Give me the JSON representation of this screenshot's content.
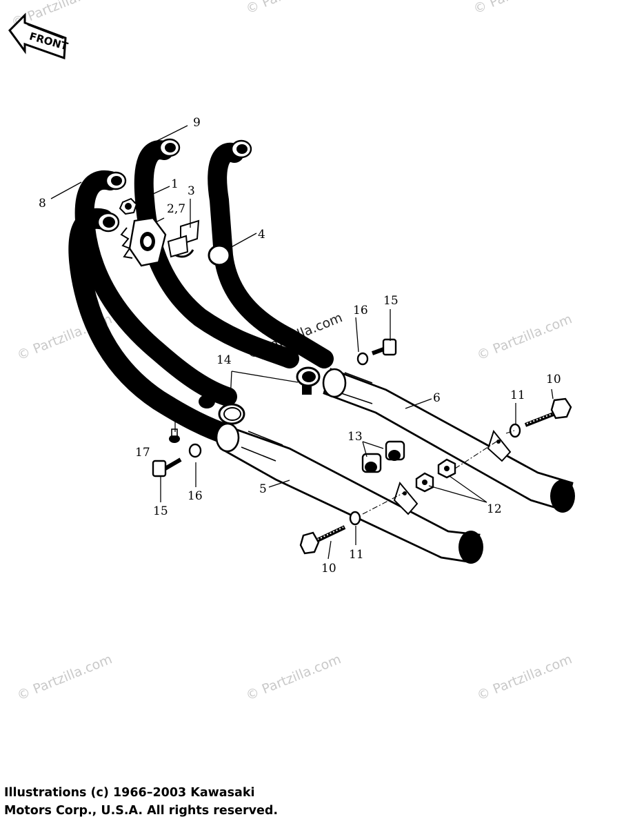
{
  "front_arrow": {
    "label": "FRONT"
  },
  "watermark": {
    "text": "© Partzilla.com"
  },
  "callouts": {
    "c1": "1",
    "c27": "2,7",
    "c3": "3",
    "c4": "4",
    "c5": "5",
    "c6": "6",
    "c8": "8",
    "c9": "9",
    "c10a": "10",
    "c10b": "10",
    "c11a": "11",
    "c11b": "11",
    "c12": "12",
    "c13": "13",
    "c14": "14",
    "c15a": "15",
    "c15b": "15",
    "c16a": "16",
    "c16b": "16",
    "c17": "17"
  },
  "copyright": {
    "line1": "Illustrations (c) 1966–2003 Kawasaki",
    "line2": "Motors Corp., U.S.A.  All rights reserved."
  }
}
